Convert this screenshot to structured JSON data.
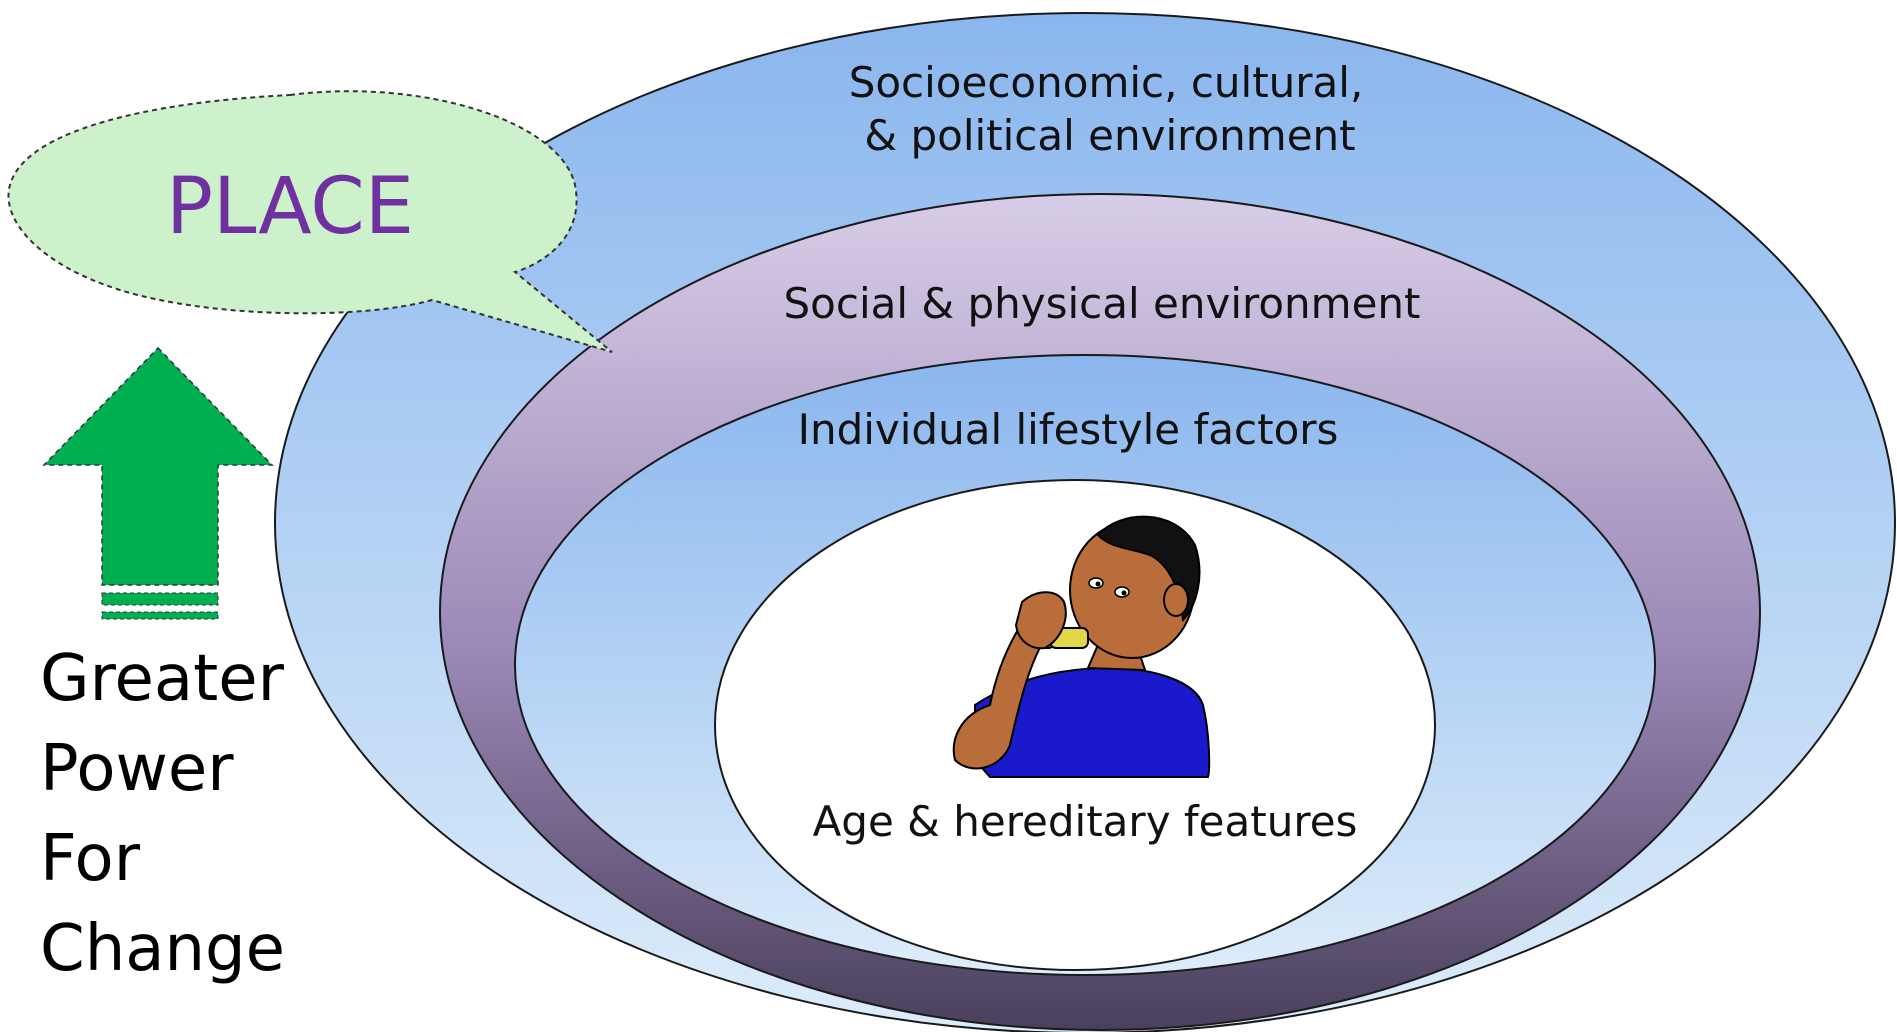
{
  "layers": {
    "outer": {
      "line1": "Socioeconomic, cultural,",
      "line2": "& political environment"
    },
    "social": "Social & physical environment",
    "lifestyle": "Individual lifestyle factors",
    "core": "Age & hereditary features"
  },
  "callout": {
    "label": "PLACE"
  },
  "power": {
    "line1": "Greater",
    "line2": "Power",
    "line3": "For",
    "line4": "Change"
  },
  "colors": {
    "outer_top": "#8ab6ee",
    "outer_bottom": "#dcecfa",
    "social_top": "#d8cde8",
    "social_bottom": "#4a3f5c",
    "lifestyle_top": "#8ab6ee",
    "lifestyle_bottom": "#dcecfa",
    "core": "#ffffff",
    "callout_fill": "#cdf2cb",
    "place_text": "#7030a0",
    "arrow": "#00b050",
    "shirt": "#1a1acc",
    "skin": "#b86d3a",
    "inhaler": "#e0d848"
  },
  "icons": {
    "child": "child-using-inhaler-icon",
    "arrow": "up-arrow-icon"
  }
}
